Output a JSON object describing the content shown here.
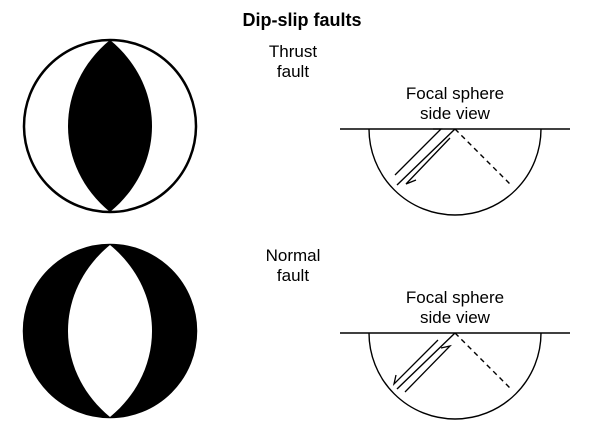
{
  "title": "Dip-slip faults",
  "thrust": {
    "label_line1": "Thrust",
    "label_line2": "fault",
    "side_view_line1": "Focal sphere",
    "side_view_line2": "side view"
  },
  "normal": {
    "label_line1": "Normal",
    "label_line2": "fault",
    "side_view_line1": "Focal sphere",
    "side_view_line2": "side view"
  },
  "colors": {
    "ink": "#000000",
    "paper": "#ffffff"
  }
}
